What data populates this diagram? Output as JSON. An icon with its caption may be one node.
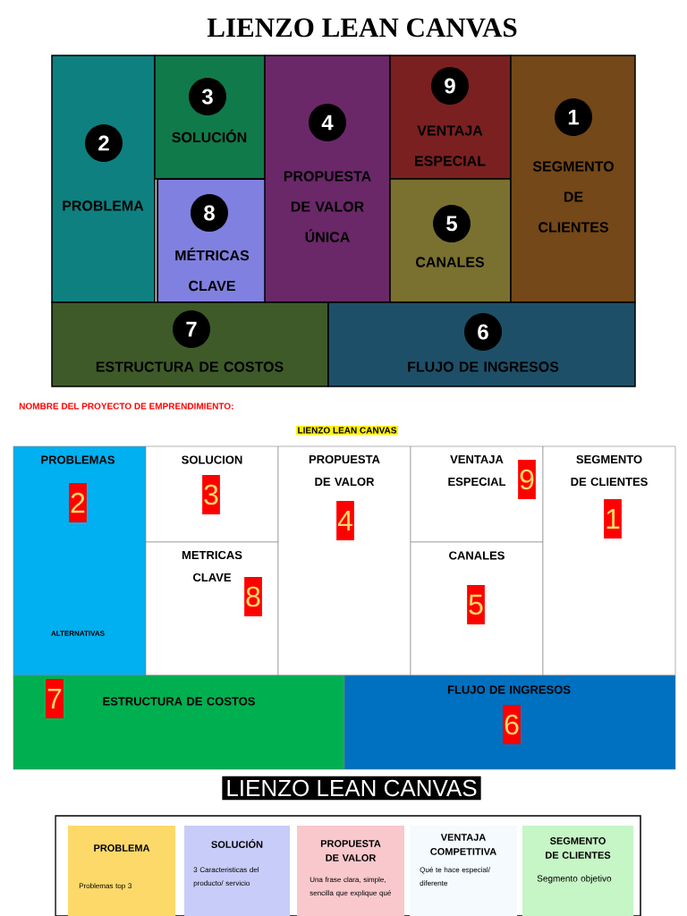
{
  "diagram": {
    "title": "LIENZO LEAN CANVAS",
    "nodes": [
      {
        "text": [
          "2",
          "PROBLEMA"
        ]
      },
      {
        "text": [
          "3",
          "SOLUCIÓN"
        ]
      },
      {
        "text": [
          "8",
          "MÉTRICAS CLAVE"
        ]
      },
      {
        "text": [
          "4",
          "PROPUESTA DE VALOR ÚNICA"
        ]
      },
      {
        "text": [
          "9",
          "VENTAJA ESPECIAL"
        ]
      },
      {
        "text": [
          "5",
          "CANALES"
        ]
      },
      {
        "text": [
          "1",
          "SEGMENTO DE CLIENTES"
        ]
      },
      {
        "text": [
          "7",
          "ESTRUCTURA DE COSTOS"
        ]
      },
      {
        "text": [
          "6",
          "FLUJO DE INGRESOS"
        ]
      },
      {
        "text": [
          "PROBLEMAS",
          "2",
          "ALTERNATIVAS"
        ]
      },
      {
        "text": [
          "SOLUCION",
          "3"
        ]
      },
      {
        "text": [
          "METRICAS CLAVE",
          "8"
        ]
      },
      {
        "text": [
          "PROPUESTA DE VALOR",
          "4"
        ]
      },
      {
        "text": [
          "VENTAJA ESPECIAL",
          "9"
        ]
      },
      {
        "text": [
          "CANALES",
          "5"
        ]
      },
      {
        "text": [
          "SEGMENTO DE CLIENTES",
          "1"
        ]
      },
      {
        "text": [
          "7",
          "ESTRUCTURA DE COSTOS"
        ]
      },
      {
        "text": [
          "FLUJO DE INGRESOS",
          "6"
        ]
      },
      {
        "text": [],
        "shape": "box"
      },
      {
        "text": [
          "PROBLEMA",
          "Problemas top 3"
        ],
        "in": 18
      },
      {
        "text": [
          "SOLUCIÓN",
          "3 Caracteristicas del producto/ servicio"
        ],
        "in": 18
      },
      {
        "text": [
          "PROPUESTA DE VALOR",
          "Una frase clara, simple, sencilla que explique qué"
        ],
        "in": 18
      },
      {
        "text": [
          "VENTAJA COMPETITIVA",
          "Qué te hace especial/ diferente"
        ],
        "in": 18
      },
      {
        "text": [
          "SEGMENTO DE CLIENTES",
          "Segmento objetivo"
        ],
        "in": 18
      }
    ],
    "labels": [
      "NOMBRE DEL PROYECTO DE EMPRENDIMIENTO:",
      "LIENZO LEAN CANVAS",
      "LIENZO LEAN CANVAS"
    ]
  }
}
